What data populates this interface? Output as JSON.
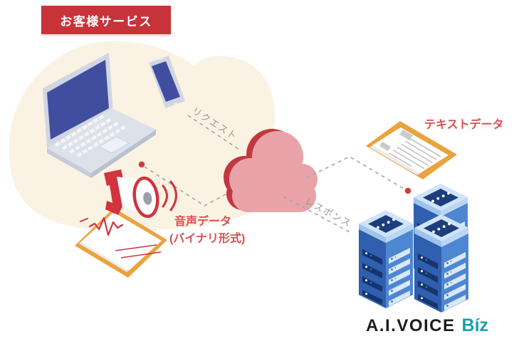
{
  "banner": {
    "label": "お客様サービス",
    "bg_color": "#c8333a",
    "text_color": "#ffffff"
  },
  "flow_labels": {
    "request": "リクエスト",
    "response": "レスポンス",
    "color": "#98988f"
  },
  "data_labels": {
    "text_data": "テキストデータ",
    "voice_data": "音声データ",
    "voice_data_format": "(バイナリ形式)",
    "color": "#d85050"
  },
  "logo": {
    "brand": "A.I.VOICE",
    "suffix": "Bíz",
    "brand_color": "#1d1d1f",
    "suffix_color": "#18a0b2"
  },
  "icons": [
    "laptop-icon",
    "smartphone-icon",
    "megaphone-icon",
    "waveform-clipboard-icon",
    "cloud-icon",
    "text-document-icon",
    "server-cluster-icon",
    "endpoint-dot-customer",
    "endpoint-dot-server"
  ],
  "colors": {
    "customer_blob": "#faf2e3",
    "device_screen_blue": "#414e9f",
    "cloud_pink": "#e9a2a8",
    "cloud_edge_red": "#c2383f",
    "accent_red": "#d2333c",
    "clipboard_orange": "#e9a43f",
    "server_blue_dark": "#2f5fae",
    "server_blue_mid": "#4e86d2",
    "server_blue_light": "#cfe4f8",
    "dash_gray": "#a6a6a2",
    "endpoint_red": "#d03a30"
  }
}
